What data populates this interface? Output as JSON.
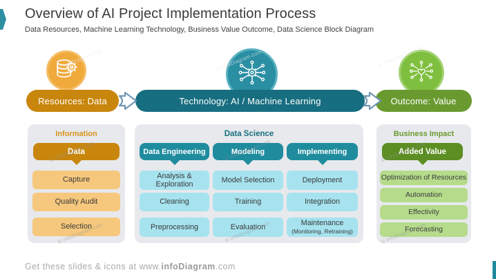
{
  "slide": {
    "title": "Overview of AI Project Implementation Process",
    "subtitle": "Data Resources, Machine Learning Technology, Business Value Outcome, Data Science Block Diagram"
  },
  "banners": [
    {
      "label": "Resources: Data",
      "color": "#C8860D"
    },
    {
      "label": "Technology: AI / Machine Learning",
      "color": "#176E80"
    },
    {
      "label": "Outcome: Value",
      "color": "#6A9A2F"
    }
  ],
  "icons": [
    {
      "name": "database-gear-icon",
      "circle_color": "#F0A93B"
    },
    {
      "name": "ai-gear-network-icon",
      "circle_color": "#2B8FA3"
    },
    {
      "name": "heart-network-icon",
      "circle_color": "#7FBF3F"
    }
  ],
  "panels": {
    "information": {
      "title": "Information",
      "header": "Data",
      "items": [
        "Capture",
        "Quality Audit",
        "Selection"
      ]
    },
    "data_science": {
      "title": "Data Science",
      "columns": [
        {
          "header": "Data Engineering",
          "items": [
            "Analysis & Exploration",
            "Cleaning",
            "Preprocessing"
          ]
        },
        {
          "header": "Modeling",
          "items": [
            "Model Selection",
            "Training",
            "Evaluation"
          ]
        },
        {
          "header": "Implementing",
          "items": [
            "Deployment",
            "Integration",
            "Maintenance"
          ],
          "maintenance_note": "(Monitoring, Retraining)"
        }
      ]
    },
    "business_impact": {
      "title": "Business Impact",
      "header": "Added Value",
      "items": [
        "Optimization of Resources",
        "Automation",
        "Effectivity",
        "Forecasting"
      ]
    }
  },
  "watermark": {
    "text": "© infoDiagram.com"
  },
  "footer": {
    "prefix": "Get these slides & icons at www.",
    "brand": "infoDiagram",
    "suffix": ".com"
  },
  "colors": {
    "orange_dark": "#C8860D",
    "orange_light": "#F6C87D",
    "orange_circle": "#F0A93B",
    "teal_dark": "#176E80",
    "teal_subheader": "#1F8C9E",
    "cyan_light": "#A6E3EF",
    "teal_circle": "#2B8FA3",
    "green_dark": "#5C8E23",
    "green_banner": "#6A9A2F",
    "green_light": "#B5DB8B",
    "green_circle": "#7FBF3F",
    "panel_bg": "#E7E9ED",
    "accent": "#2E8FA3"
  }
}
